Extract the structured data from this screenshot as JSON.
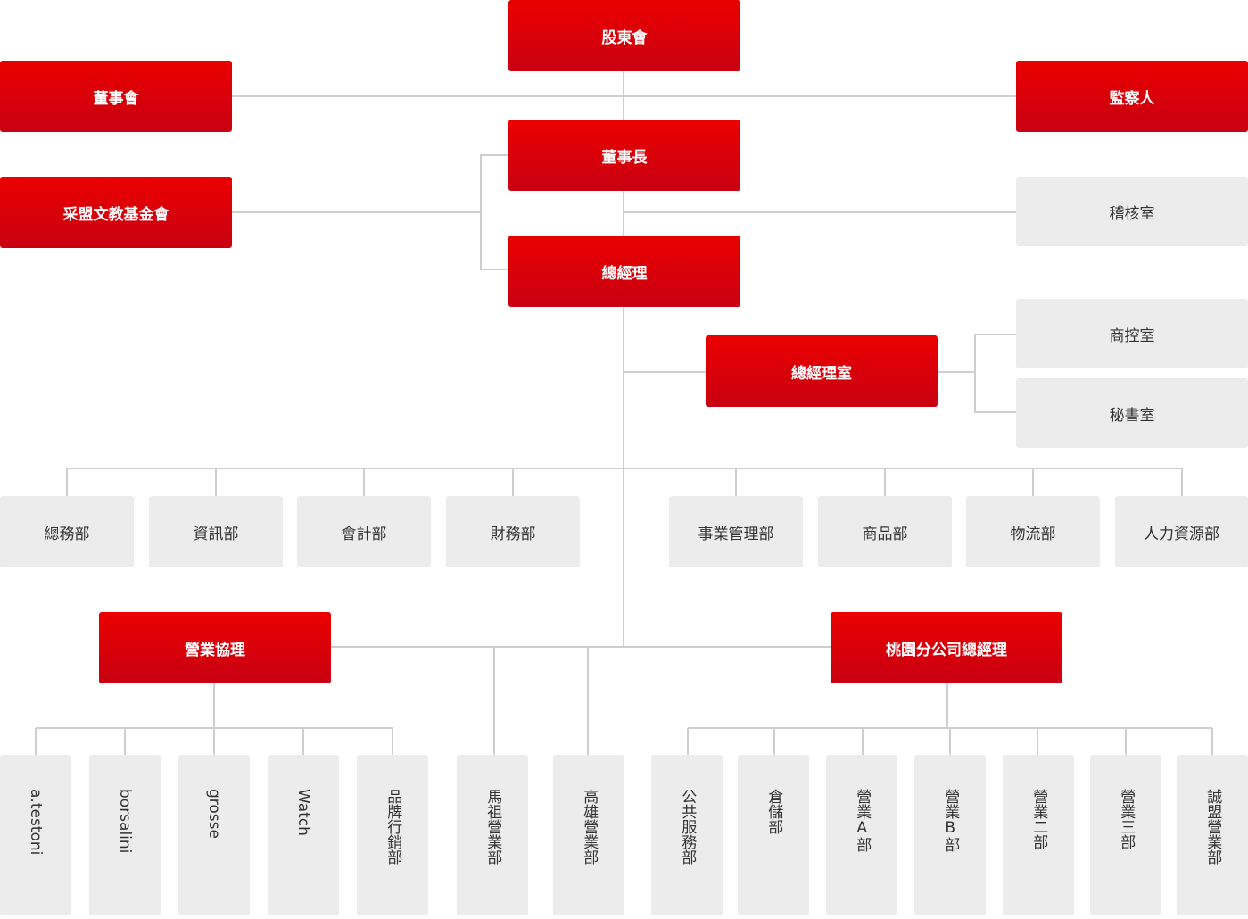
{
  "colors": {
    "red_top": "#ea0000",
    "red_bottom": "#c80012",
    "gray_box": "#ececec",
    "line": "#cfcfcf"
  },
  "top": {
    "shareholders": "股東會",
    "board": "董事會",
    "supervisor": "監察人",
    "chairman": "董事長",
    "foundation": "采盟文教基金會",
    "audit": "稽核室",
    "president": "總經理",
    "president_office": "總經理室",
    "merch_control": "商控室",
    "secretary": "秘書室"
  },
  "departments": [
    "總務部",
    "資訊部",
    "會計部",
    "財務部",
    "事業管理部",
    "商品部",
    "物流部",
    "人力資源部"
  ],
  "sales": {
    "sales_vp": "營業協理",
    "taoyuan_gm": "桃園分公司總經理",
    "brands": [
      "a.testoni",
      "borsalini",
      "grosse",
      "Watch",
      "品牌行銷部"
    ],
    "branches": [
      "馬祖營業部",
      "高雄營業部"
    ],
    "taoyuan_units": [
      "公共服務部",
      "倉儲部",
      "營業A部",
      "營業B部",
      "營業二部",
      "營業三部",
      "誠盟營業部"
    ]
  }
}
